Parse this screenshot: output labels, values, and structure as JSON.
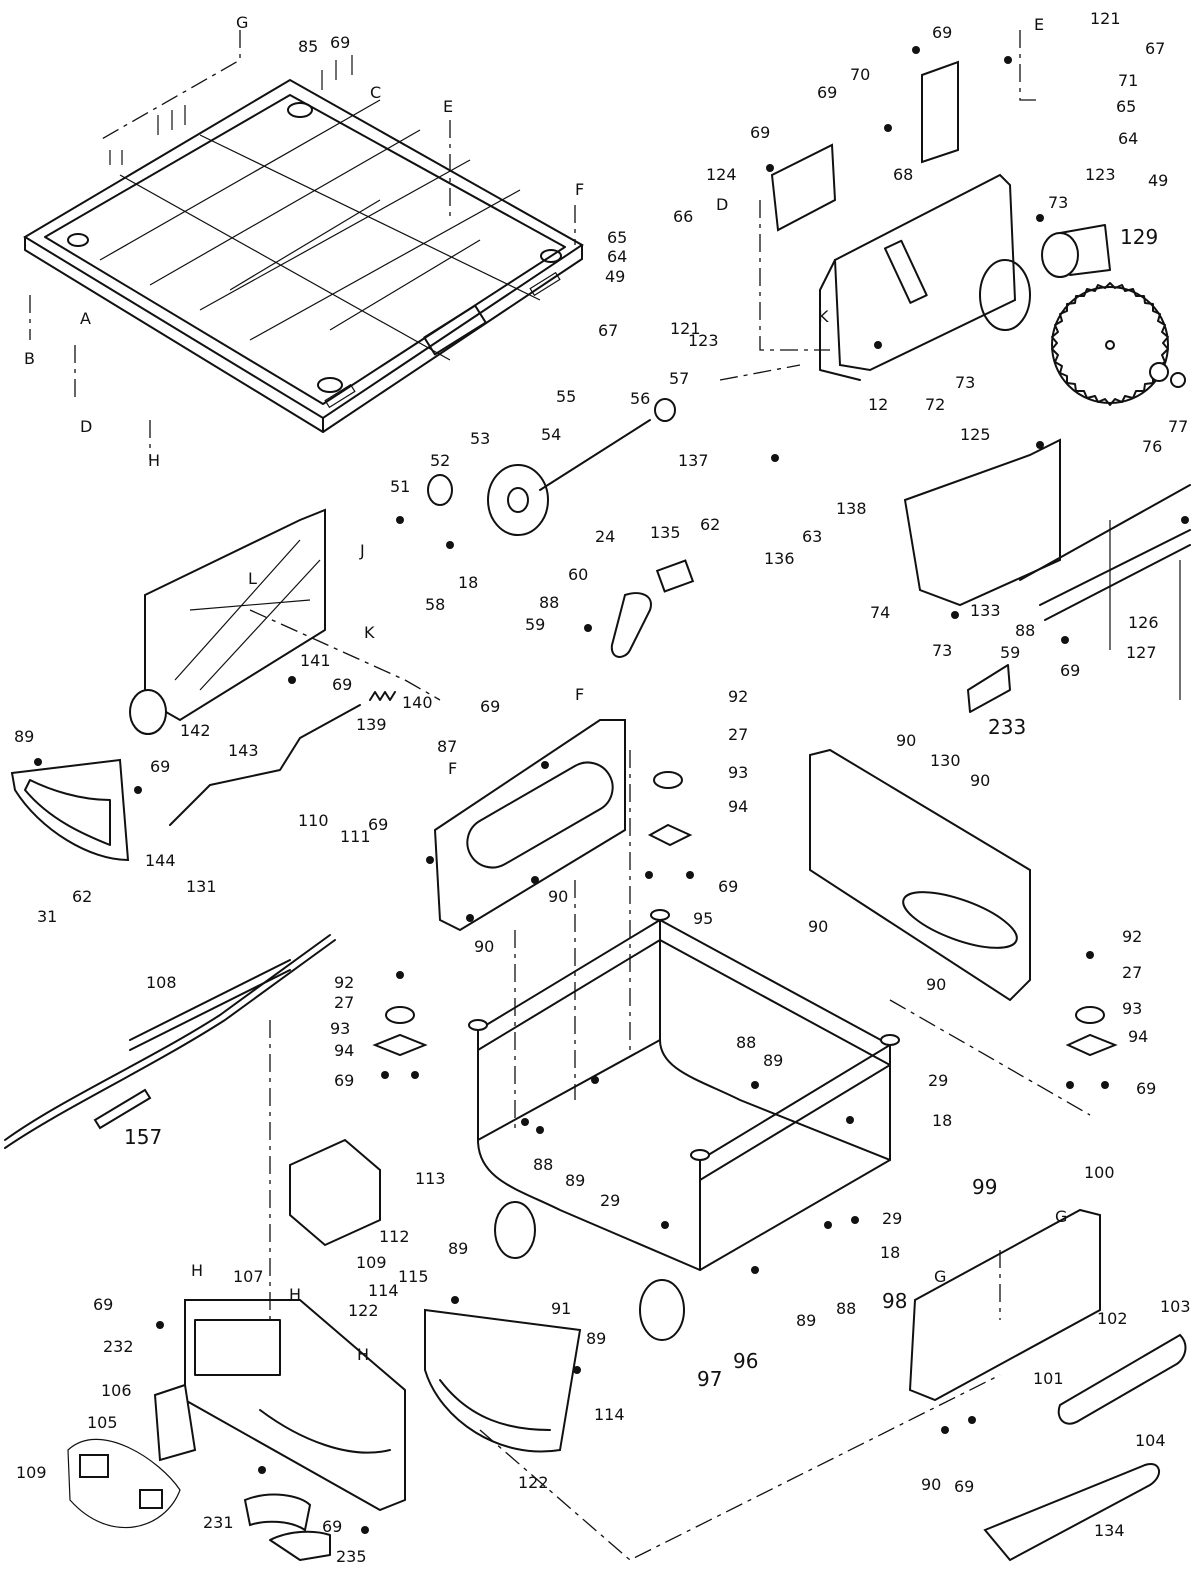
{
  "diagram": {
    "type": "exploded-parts-view",
    "callouts": [
      {
        "id": "G1",
        "text": "G"
      },
      {
        "id": "85",
        "text": "85"
      },
      {
        "id": "69a",
        "text": "69"
      },
      {
        "id": "C",
        "text": "C"
      },
      {
        "id": "E1",
        "text": "E"
      },
      {
        "id": "F1",
        "text": "F"
      },
      {
        "id": "A",
        "text": "A"
      },
      {
        "id": "B",
        "text": "B"
      },
      {
        "id": "D1",
        "text": "D"
      },
      {
        "id": "H1",
        "text": "H"
      },
      {
        "id": "69b",
        "text": "69"
      },
      {
        "id": "E2",
        "text": "E"
      },
      {
        "id": "121a",
        "text": "121"
      },
      {
        "id": "67a",
        "text": "67"
      },
      {
        "id": "71",
        "text": "71"
      },
      {
        "id": "70",
        "text": "70"
      },
      {
        "id": "69c",
        "text": "69"
      },
      {
        "id": "65a",
        "text": "65"
      },
      {
        "id": "64a",
        "text": "64"
      },
      {
        "id": "69d",
        "text": "69"
      },
      {
        "id": "123a",
        "text": "123"
      },
      {
        "id": "49a",
        "text": "49"
      },
      {
        "id": "124",
        "text": "124"
      },
      {
        "id": "68",
        "text": "68"
      },
      {
        "id": "D2",
        "text": "D"
      },
      {
        "id": "66",
        "text": "66"
      },
      {
        "id": "73a",
        "text": "73"
      },
      {
        "id": "129",
        "text": "129"
      },
      {
        "id": "65b",
        "text": "65"
      },
      {
        "id": "64b",
        "text": "64"
      },
      {
        "id": "49b",
        "text": "49"
      },
      {
        "id": "67b",
        "text": "67"
      },
      {
        "id": "121b",
        "text": "121"
      },
      {
        "id": "123b",
        "text": "123"
      },
      {
        "id": "K1",
        "text": "K"
      },
      {
        "id": "73b",
        "text": "73"
      },
      {
        "id": "72",
        "text": "72"
      },
      {
        "id": "12",
        "text": "12"
      },
      {
        "id": "76",
        "text": "76"
      },
      {
        "id": "77",
        "text": "77"
      },
      {
        "id": "57",
        "text": "57"
      },
      {
        "id": "56",
        "text": "56"
      },
      {
        "id": "55",
        "text": "55"
      },
      {
        "id": "137",
        "text": "137"
      },
      {
        "id": "53",
        "text": "53"
      },
      {
        "id": "54",
        "text": "54"
      },
      {
        "id": "52",
        "text": "52"
      },
      {
        "id": "51",
        "text": "51"
      },
      {
        "id": "24",
        "text": "24"
      },
      {
        "id": "18a",
        "text": "18"
      },
      {
        "id": "58",
        "text": "58"
      },
      {
        "id": "135",
        "text": "135"
      },
      {
        "id": "62a",
        "text": "62"
      },
      {
        "id": "60",
        "text": "60"
      },
      {
        "id": "88a",
        "text": "88"
      },
      {
        "id": "59a",
        "text": "59"
      },
      {
        "id": "136",
        "text": "136"
      },
      {
        "id": "63",
        "text": "63"
      },
      {
        "id": "138",
        "text": "138"
      },
      {
        "id": "125",
        "text": "125"
      },
      {
        "id": "74",
        "text": "74"
      },
      {
        "id": "133",
        "text": "133"
      },
      {
        "id": "88b",
        "text": "88"
      },
      {
        "id": "59b",
        "text": "59"
      },
      {
        "id": "126",
        "text": "126"
      },
      {
        "id": "73c",
        "text": "73"
      },
      {
        "id": "69e",
        "text": "69"
      },
      {
        "id": "127",
        "text": "127"
      },
      {
        "id": "233",
        "text": "233"
      },
      {
        "id": "J",
        "text": "J"
      },
      {
        "id": "L",
        "text": "L"
      },
      {
        "id": "K2",
        "text": "K"
      },
      {
        "id": "141",
        "text": "141"
      },
      {
        "id": "69f",
        "text": "69"
      },
      {
        "id": "140",
        "text": "140"
      },
      {
        "id": "142",
        "text": "142"
      },
      {
        "id": "139",
        "text": "139"
      },
      {
        "id": "143",
        "text": "143"
      },
      {
        "id": "89a",
        "text": "89"
      },
      {
        "id": "69g",
        "text": "69"
      },
      {
        "id": "144",
        "text": "144"
      },
      {
        "id": "31",
        "text": "31"
      },
      {
        "id": "62b",
        "text": "62"
      },
      {
        "id": "69h",
        "text": "69"
      },
      {
        "id": "F2",
        "text": "F"
      },
      {
        "id": "87",
        "text": "87"
      },
      {
        "id": "F3",
        "text": "F"
      },
      {
        "id": "69i",
        "text": "69"
      },
      {
        "id": "92a",
        "text": "92"
      },
      {
        "id": "27a",
        "text": "27"
      },
      {
        "id": "93a",
        "text": "93"
      },
      {
        "id": "94a",
        "text": "94"
      },
      {
        "id": "69j",
        "text": "69"
      },
      {
        "id": "90a",
        "text": "90"
      },
      {
        "id": "90b",
        "text": "90"
      },
      {
        "id": "110",
        "text": "110"
      },
      {
        "id": "111",
        "text": "111"
      },
      {
        "id": "131",
        "text": "131"
      },
      {
        "id": "90c",
        "text": "90"
      },
      {
        "id": "130",
        "text": "130"
      },
      {
        "id": "90d",
        "text": "90"
      },
      {
        "id": "90e",
        "text": "90"
      },
      {
        "id": "90f",
        "text": "90"
      },
      {
        "id": "92b",
        "text": "92"
      },
      {
        "id": "27b",
        "text": "27"
      },
      {
        "id": "93b",
        "text": "93"
      },
      {
        "id": "94b",
        "text": "94"
      },
      {
        "id": "69k",
        "text": "69"
      },
      {
        "id": "108",
        "text": "108"
      },
      {
        "id": "92c",
        "text": "92"
      },
      {
        "id": "27c",
        "text": "27"
      },
      {
        "id": "93c",
        "text": "93"
      },
      {
        "id": "94c",
        "text": "94"
      },
      {
        "id": "69l",
        "text": "69"
      },
      {
        "id": "157",
        "text": "157"
      },
      {
        "id": "95",
        "text": "95"
      },
      {
        "id": "88c",
        "text": "88"
      },
      {
        "id": "89b",
        "text": "89"
      },
      {
        "id": "29a",
        "text": "29"
      },
      {
        "id": "18b",
        "text": "18"
      },
      {
        "id": "88d",
        "text": "88"
      },
      {
        "id": "89c",
        "text": "89"
      },
      {
        "id": "113",
        "text": "113"
      },
      {
        "id": "112",
        "text": "112"
      },
      {
        "id": "109a",
        "text": "109"
      },
      {
        "id": "29b",
        "text": "29"
      },
      {
        "id": "29c",
        "text": "29"
      },
      {
        "id": "18c",
        "text": "18"
      },
      {
        "id": "89d",
        "text": "89"
      },
      {
        "id": "88e",
        "text": "88"
      },
      {
        "id": "98",
        "text": "98"
      },
      {
        "id": "99",
        "text": "99"
      },
      {
        "id": "100",
        "text": "100"
      },
      {
        "id": "G2",
        "text": "G"
      },
      {
        "id": "G3",
        "text": "G"
      },
      {
        "id": "H2",
        "text": "H"
      },
      {
        "id": "107",
        "text": "107"
      },
      {
        "id": "H3",
        "text": "H"
      },
      {
        "id": "69m",
        "text": "69"
      },
      {
        "id": "232",
        "text": "232"
      },
      {
        "id": "H4",
        "text": "H"
      },
      {
        "id": "89e",
        "text": "89"
      },
      {
        "id": "115",
        "text": "115"
      },
      {
        "id": "114a",
        "text": "114"
      },
      {
        "id": "122a",
        "text": "122"
      },
      {
        "id": "91",
        "text": "91"
      },
      {
        "id": "89f",
        "text": "89"
      },
      {
        "id": "96",
        "text": "96"
      },
      {
        "id": "97",
        "text": "97"
      },
      {
        "id": "101",
        "text": "101"
      },
      {
        "id": "102",
        "text": "102"
      },
      {
        "id": "103",
        "text": "103"
      },
      {
        "id": "104",
        "text": "104"
      },
      {
        "id": "106",
        "text": "106"
      },
      {
        "id": "105",
        "text": "105"
      },
      {
        "id": "109b",
        "text": "109"
      },
      {
        "id": "114b",
        "text": "114"
      },
      {
        "id": "122b",
        "text": "122"
      },
      {
        "id": "90g",
        "text": "90"
      },
      {
        "id": "69n",
        "text": "69"
      },
      {
        "id": "231",
        "text": "231"
      },
      {
        "id": "69o",
        "text": "69"
      },
      {
        "id": "235",
        "text": "235"
      },
      {
        "id": "134",
        "text": "134"
      }
    ]
  }
}
